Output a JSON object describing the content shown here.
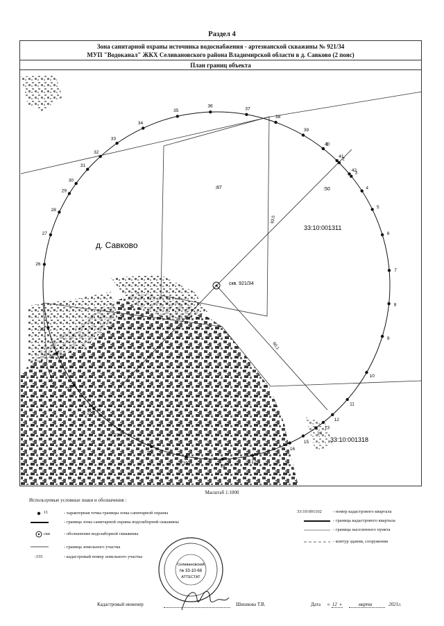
{
  "header": {
    "section": "Раздел 4",
    "line1": "Зона санитарной охраны источника водоснабжения - артезианской скважины № 921/34",
    "line2": "МУП \"Водоканал\" ЖКХ Селивановского района Владимирской области в д. Савково (2 пояс)",
    "plan_title": "План границ объекта"
  },
  "map": {
    "village": "д. Савково",
    "well_label": "скв. 921/34",
    "parcel_87": ":87",
    "parcel_50": ":50",
    "quarter_north": "33:10:001311",
    "quarter_south": "33:10:001318",
    "dist_ne": "93,5",
    "dist_se": "60,1",
    "point_numbers": [
      "1",
      "2",
      "3",
      "4",
      "5",
      "6",
      "7",
      "8",
      "9",
      "10",
      "11",
      "12",
      "13",
      "14",
      "15",
      "16",
      "17",
      "18",
      "19",
      "20",
      "21",
      "22",
      "23",
      "24",
      "25",
      "26",
      "27",
      "28",
      "29",
      "30",
      "31",
      "32",
      "33",
      "34",
      "35",
      "36",
      "37",
      "38",
      "39",
      "40",
      "41",
      "42"
    ]
  },
  "scale": "Масштаб 1:1000",
  "legend": {
    "title": "Используемые условные знаки и обозначения :",
    "point_sample": "11",
    "point_desc": "- характерная точка границы зоны санитарной охраны",
    "zone_desc": "- граница зоны санитарной охраны водозаборной скважины",
    "well_sample": "скв",
    "well_desc": "- обозначение водозаборной скважины",
    "land_desc": "- граница земельного участка",
    "cadnum_sample": ":155",
    "cadnum_desc": "- кадастровый номер земельного участка",
    "quarter_sample": "33:10:001102",
    "quarter_desc": "- номер кадастрового квартала",
    "quarter_border_desc": "- граница кадастрового квартала",
    "settlement_desc": "- граница населенного пункта",
    "building_desc": "- контур здания, сооружения"
  },
  "stamp": {
    "line1": "Селивановский",
    "line2": "№ 33-10-68",
    "line3": "АТТЕСТАТ"
  },
  "signature": {
    "role": "Кадастровый инженер",
    "name": "Шишкова Т.В.",
    "date_label": "Дата",
    "day": "12",
    "month": "марта",
    "year": "2021г."
  }
}
